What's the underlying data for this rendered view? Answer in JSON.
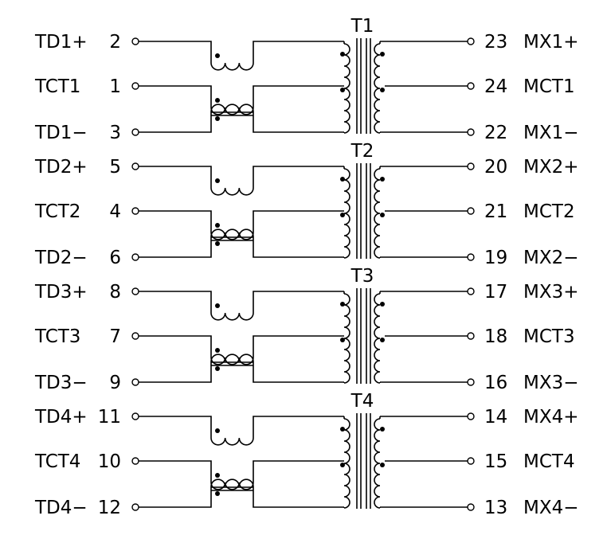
{
  "transformers": [
    {
      "label": "T1",
      "left": [
        {
          "name": "TD1+",
          "pin": "2"
        },
        {
          "name": "TCT1",
          "pin": "1"
        },
        {
          "name": "TD1−",
          "pin": "3"
        }
      ],
      "right": [
        {
          "pin": "23",
          "name": "MX1+"
        },
        {
          "pin": "24",
          "name": "MCT1"
        },
        {
          "pin": "22",
          "name": "MX1−"
        }
      ]
    },
    {
      "label": "T2",
      "left": [
        {
          "name": "TD2+",
          "pin": "5"
        },
        {
          "name": "TCT2",
          "pin": "4"
        },
        {
          "name": "TD2−",
          "pin": "6"
        }
      ],
      "right": [
        {
          "pin": "20",
          "name": "MX2+"
        },
        {
          "pin": "21",
          "name": "MCT2"
        },
        {
          "pin": "19",
          "name": "MX2−"
        }
      ]
    },
    {
      "label": "T3",
      "left": [
        {
          "name": "TD3+",
          "pin": "8"
        },
        {
          "name": "TCT3",
          "pin": "7"
        },
        {
          "name": "TD3−",
          "pin": "9"
        }
      ],
      "right": [
        {
          "pin": "17",
          "name": "MX3+"
        },
        {
          "pin": "18",
          "name": "MCT3"
        },
        {
          "pin": "16",
          "name": "MX3−"
        }
      ]
    },
    {
      "label": "T4",
      "left": [
        {
          "name": "TD4+",
          "pin": "11"
        },
        {
          "name": "TCT4",
          "pin": "10"
        },
        {
          "name": "TD4−",
          "pin": "12"
        }
      ],
      "right": [
        {
          "pin": "14",
          "name": "MX4+"
        },
        {
          "pin": "15",
          "name": "MCT4"
        },
        {
          "pin": "13",
          "name": "MX4−"
        }
      ]
    }
  ]
}
